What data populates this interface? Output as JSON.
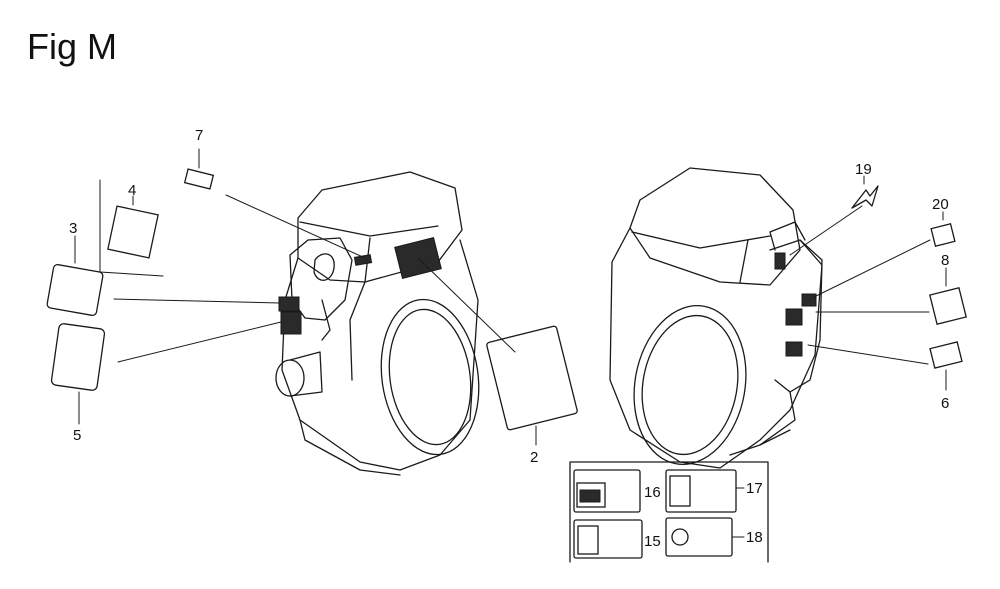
{
  "title": "Fig M",
  "callouts": {
    "c2": "2",
    "c3": "3",
    "c4": "4",
    "c5": "5",
    "c6": "6",
    "c7": "7",
    "c8": "8",
    "c15": "15",
    "c16": "16",
    "c17": "17",
    "c18": "18",
    "c19": "19",
    "c20": "20"
  }
}
